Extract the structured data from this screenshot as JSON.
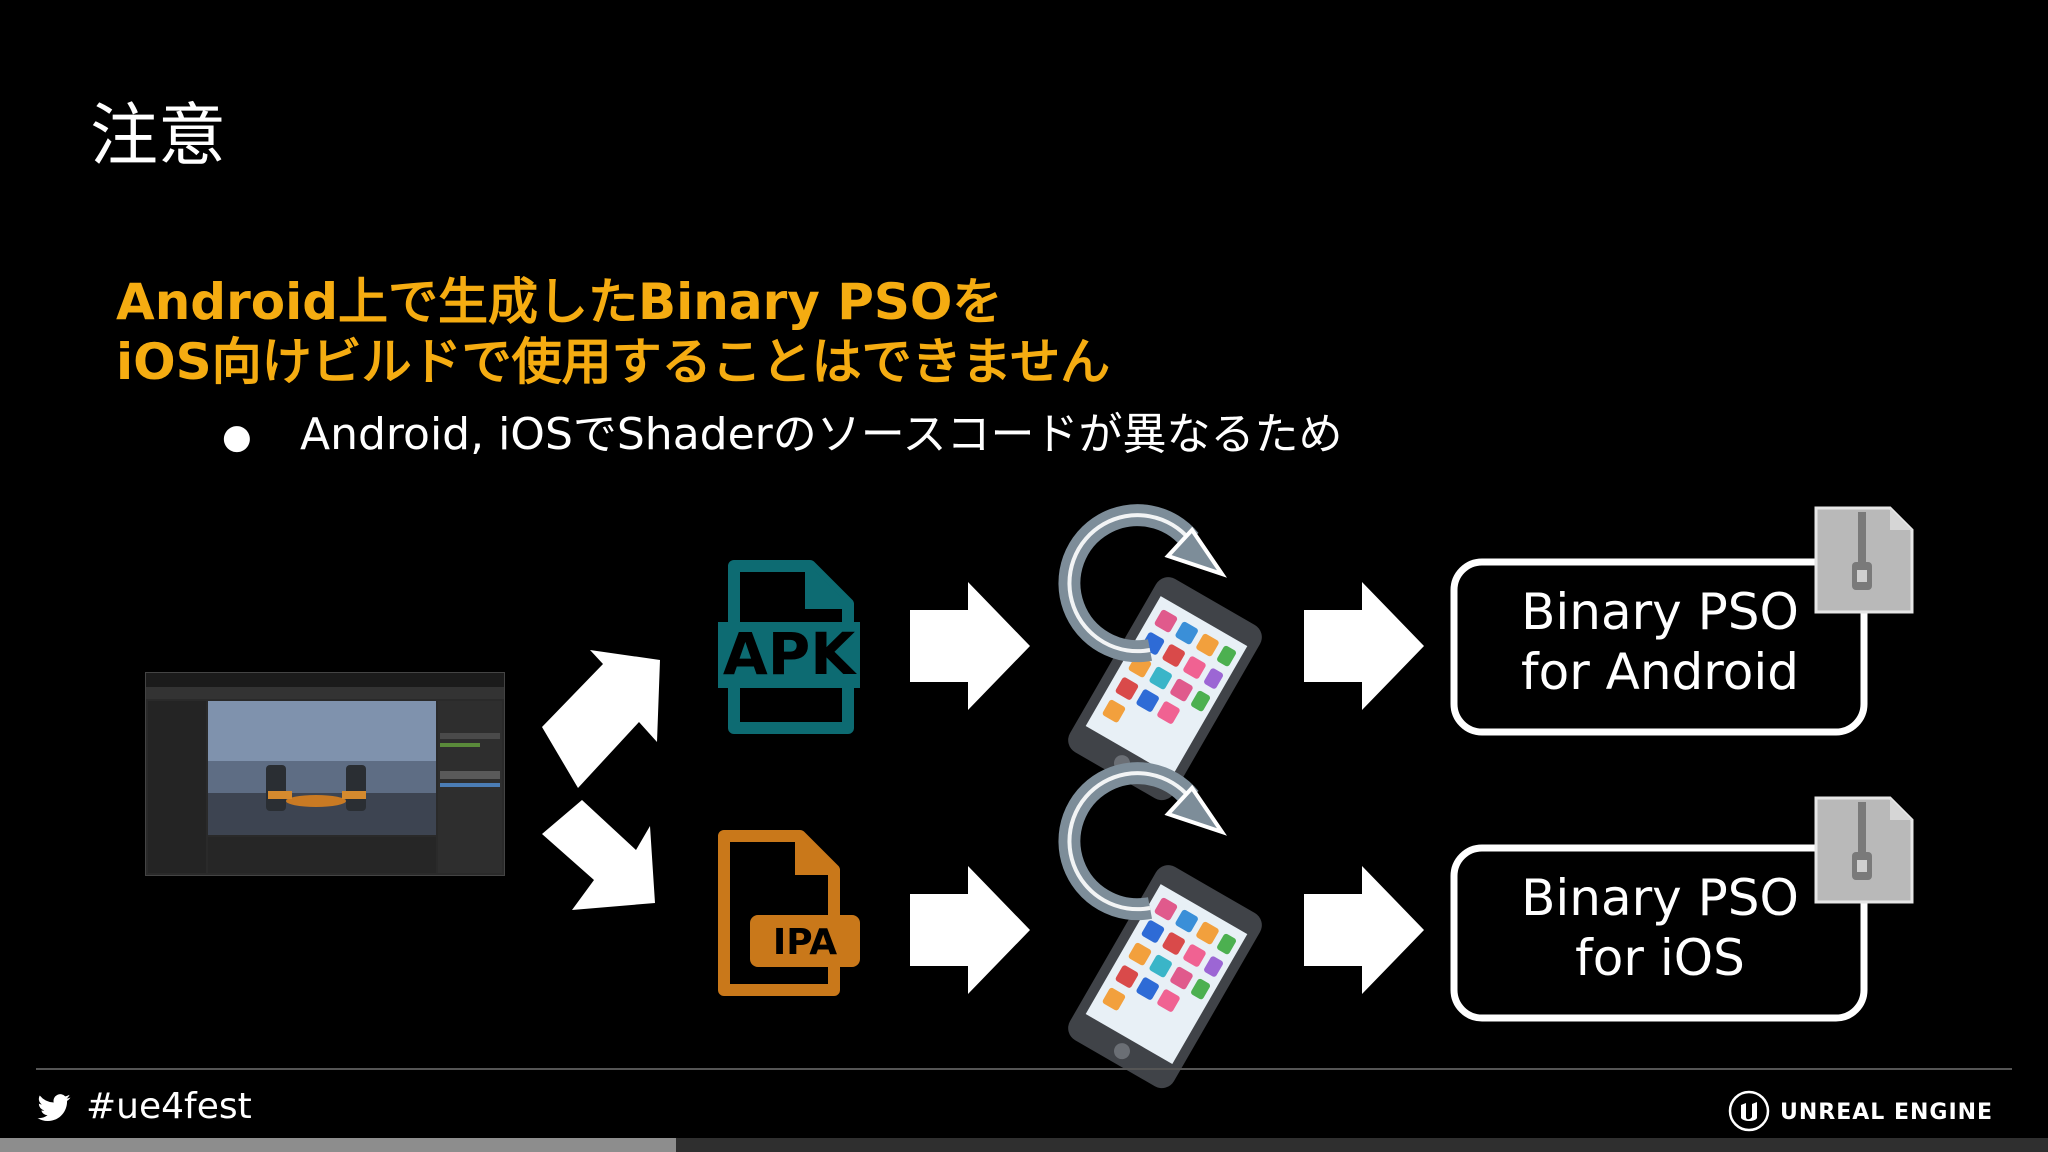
{
  "slide": {
    "title": "注意",
    "warning_lines": [
      "Android上で生成したBinary PSOを",
      "iOS向けビルドで使用することはできません"
    ],
    "bullet": "Android, iOSでShaderのソースコードが異なるため"
  },
  "diagram": {
    "apk_label": "APK",
    "ipa_label": "IPA",
    "android_pso": [
      "Binary PSO",
      "for Android"
    ],
    "ios_pso": [
      "Binary PSO",
      "for iOS"
    ]
  },
  "colors": {
    "accent": "#f5ac11",
    "apk": "#0d6b72",
    "ipa": "#c9781a"
  },
  "footer": {
    "hashtag": "#ue4fest",
    "brand": "UNREAL ENGINE"
  }
}
